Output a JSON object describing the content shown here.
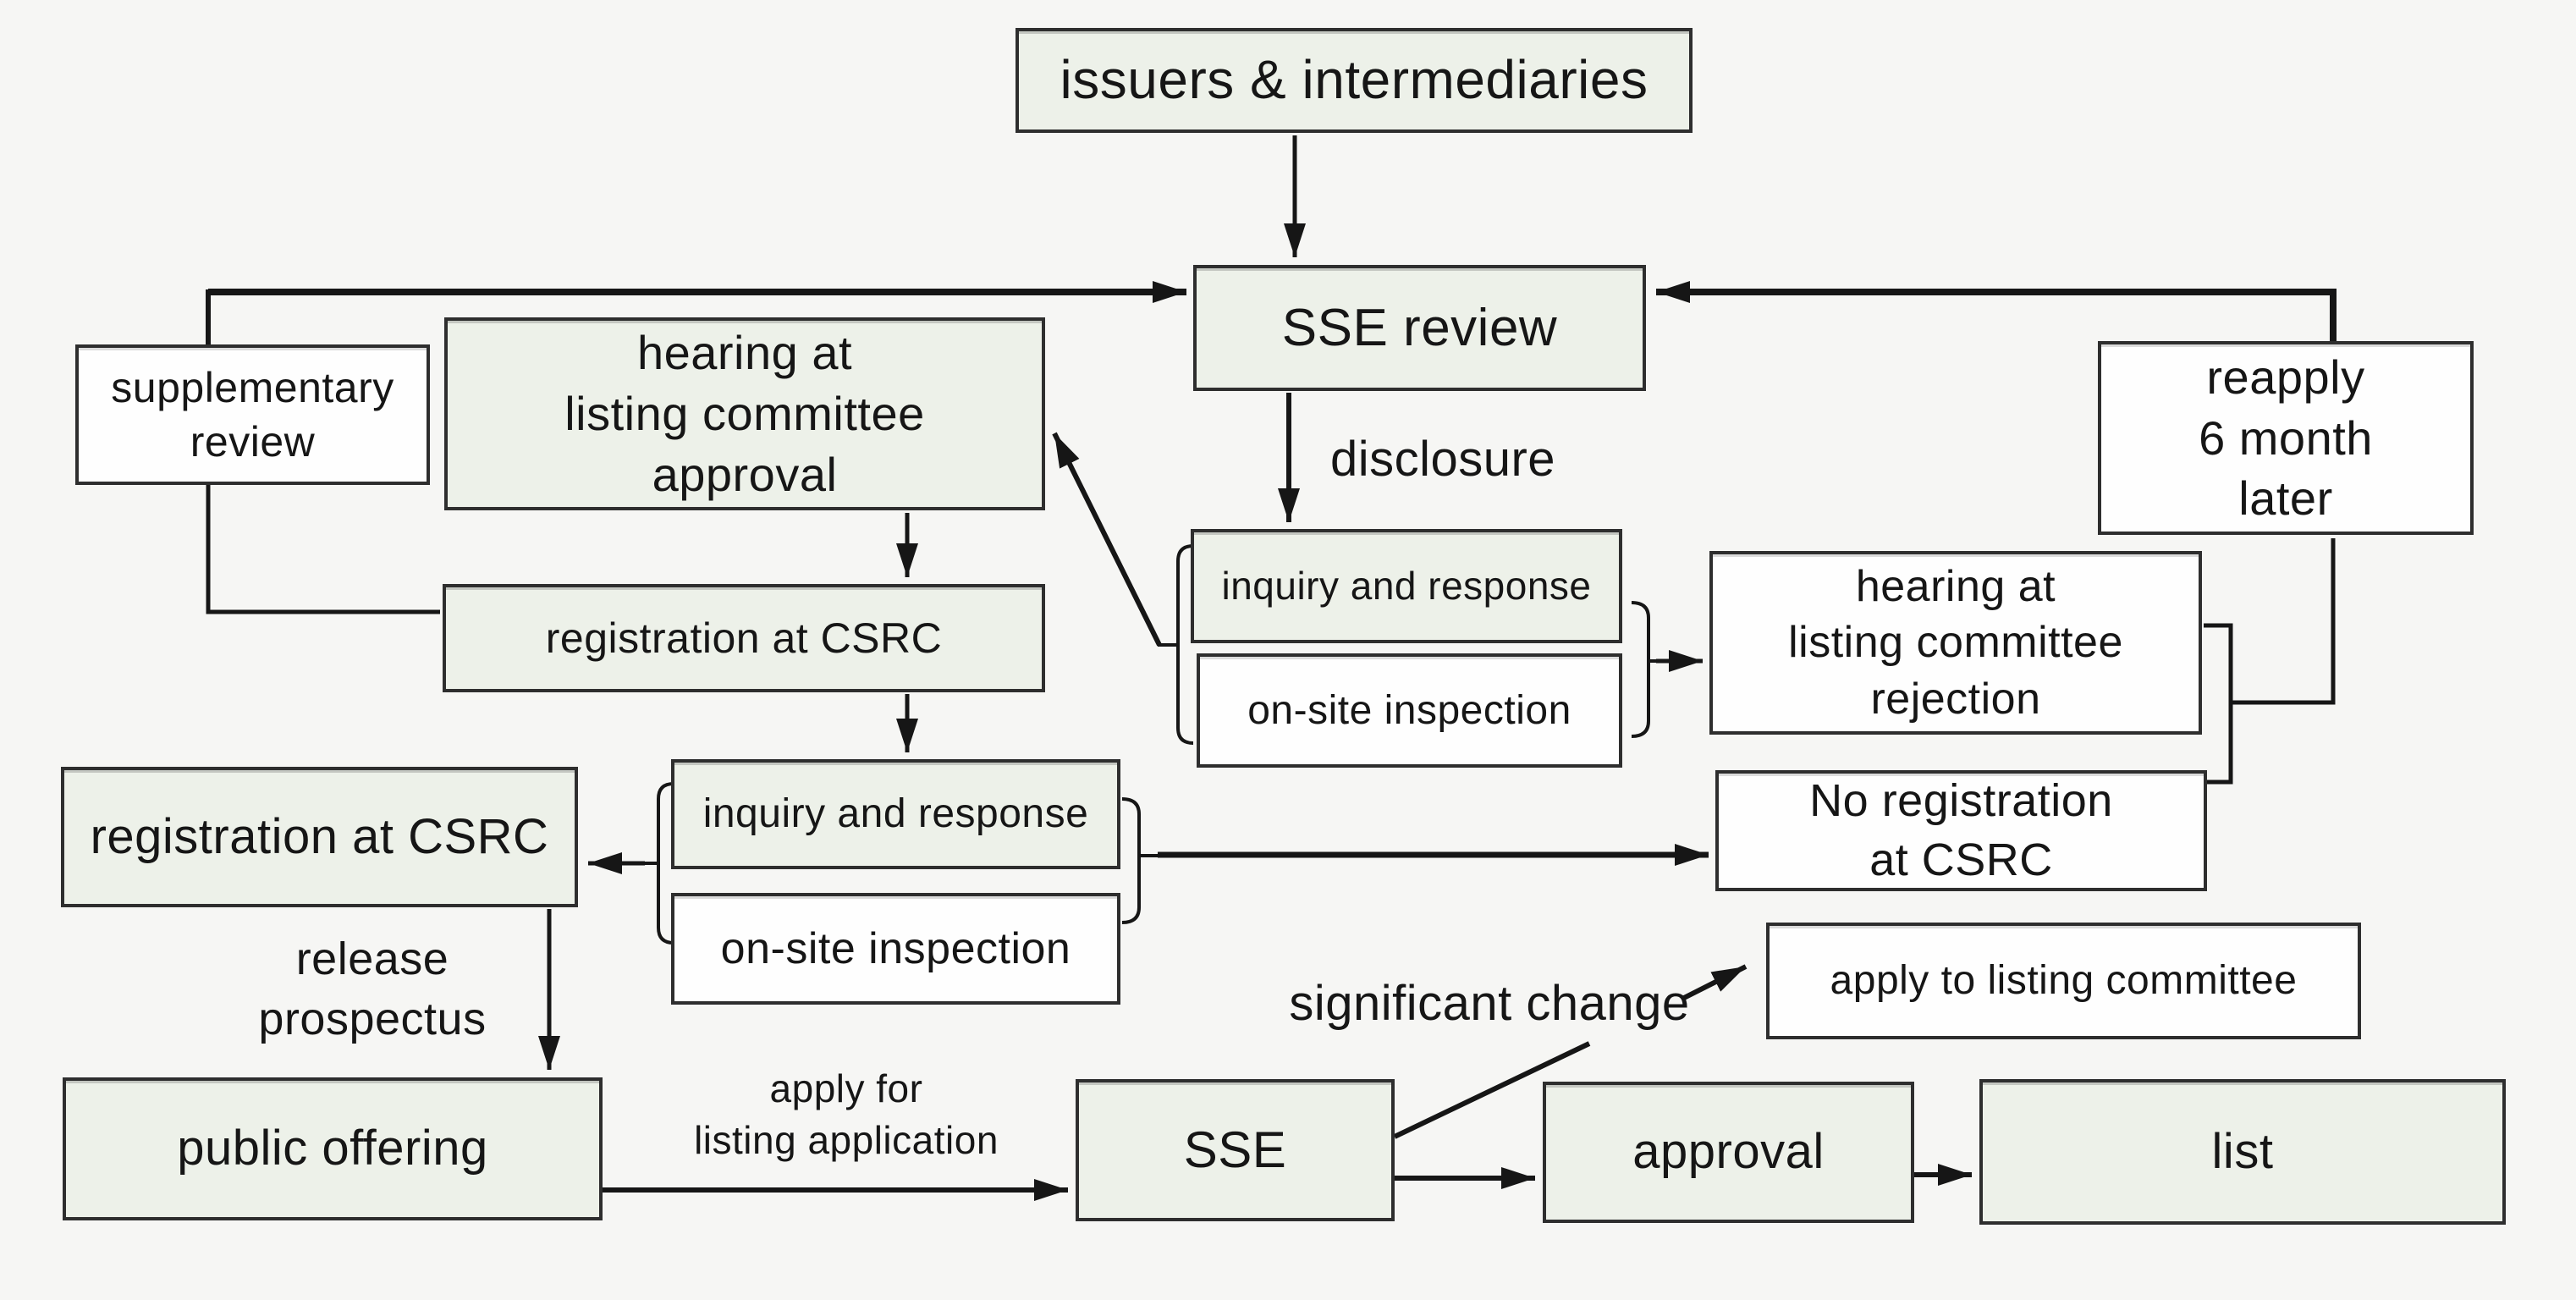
{
  "diagram": {
    "nodes": {
      "issuers": "issuers & intermediaries",
      "sse_review": "SSE review",
      "supplementary_review": "supplementary\nreview",
      "hearing_approval": "hearing at\nlisting committee\napproval",
      "registration_csrc_mid": "registration at CSRC",
      "inquiry_response_top": "inquiry and response",
      "onsite_inspection_top": "on-site inspection",
      "hearing_rejection": "hearing at\nlisting committee\nrejection",
      "reapply": "reapply\n6 month\nlater",
      "registration_csrc_left": "registration at CSRC",
      "inquiry_response_bottom": "inquiry and response",
      "onsite_inspection_bottom": "on-site inspection",
      "no_registration": "No registration\nat CSRC",
      "apply_listing_committee": "apply to listing committee",
      "public_offering": "public offering",
      "sse": "SSE",
      "approval": "approval",
      "list": "list"
    },
    "edge_labels": {
      "disclosure": "disclosure",
      "release_prospectus": "release\nprospectus",
      "apply_for_listing": "apply for\nlisting application",
      "significant_change": "significant change"
    },
    "colors": {
      "background": "#f6f6f4",
      "node_fill_tinted": "#edf1e9",
      "node_fill_plain": "#fefefe",
      "border": "#2e2e2e",
      "line": "#161616",
      "text": "#161616"
    }
  }
}
